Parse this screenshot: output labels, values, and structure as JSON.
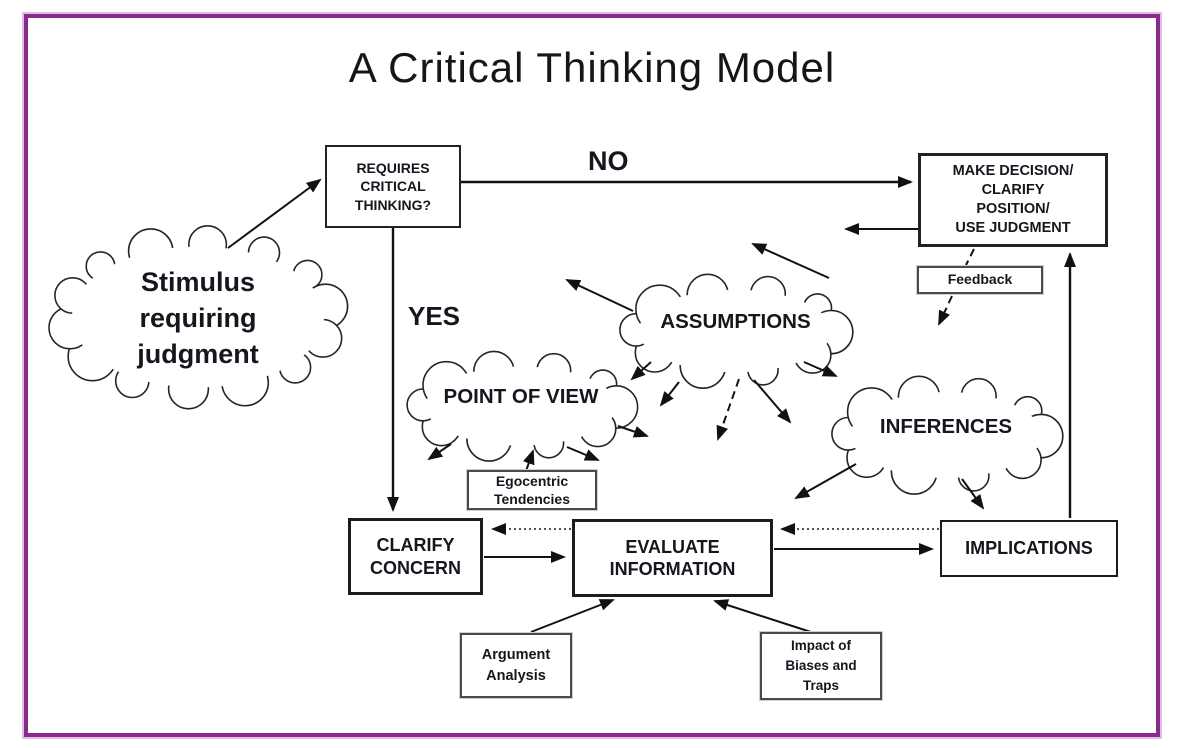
{
  "title": "A Critical Thinking Model",
  "branch_labels": {
    "no": "NO",
    "yes": "YES"
  },
  "clouds": {
    "stimulus": {
      "label": "Stimulus\nrequiring\njudgment"
    },
    "assumptions": {
      "label": "ASSUMPTIONS"
    },
    "point_of_view": {
      "label": "POINT OF VIEW"
    },
    "inferences": {
      "label": "INFERENCES"
    }
  },
  "boxes": {
    "requires_critical_thinking": {
      "label": "REQUIRES\nCRITICAL\nTHINKING?"
    },
    "make_decision": {
      "label": "MAKE DECISION/\nCLARIFY\nPOSITION/\nUSE JUDGMENT"
    },
    "feedback": {
      "label": "Feedback"
    },
    "egocentric_tendencies": {
      "label": "Egocentric\nTendencies"
    },
    "clarify_concern": {
      "label": "CLARIFY\nCONCERN"
    },
    "evaluate_information": {
      "label": "EVALUATE\nINFORMATION"
    },
    "implications": {
      "label": "IMPLICATIONS"
    },
    "argument_analysis": {
      "label": "Argument\nAnalysis"
    },
    "impact_biases": {
      "label": "Impact of\nBiases and\nTraps"
    }
  },
  "colors": {
    "frame": "#8b2a8b",
    "ink": "#16161f"
  },
  "diagram": {
    "cloud_shapes": {
      "stimulus": [
        198,
        317,
        140,
        82
      ],
      "assumptions": [
        735,
        331,
        107,
        48
      ],
      "point_of_view": [
        521,
        406,
        106,
        46
      ],
      "inferences": [
        946,
        435,
        106,
        50
      ]
    },
    "edges": [
      {
        "from": "stimulus",
        "to": "requires_critical_thinking",
        "style": "solid",
        "points": [
          228,
          248,
          320,
          180
        ]
      },
      {
        "from": "requires_critical_thinking",
        "to": "make_decision",
        "style": "solid",
        "w": 2.4,
        "points": [
          461,
          182,
          911,
          182
        ]
      },
      {
        "from": "requires_critical_thinking",
        "to": "clarify_concern",
        "style": "solid",
        "w": 2.4,
        "points": [
          393,
          228,
          393,
          510
        ]
      },
      {
        "from": "make_decision",
        "to": "",
        "style": "solid",
        "points": [
          918,
          229,
          846,
          229
        ]
      },
      {
        "from": "assumptions",
        "to": "",
        "style": "solid",
        "points": [
          633,
          311,
          567,
          280
        ]
      },
      {
        "from": "assumptions",
        "to": "",
        "style": "solid",
        "points": [
          829,
          278,
          753,
          244
        ]
      },
      {
        "from": "assumptions",
        "to": "",
        "style": "solid",
        "points": [
          651,
          362,
          632,
          379
        ]
      },
      {
        "from": "assumptions",
        "to": "",
        "style": "solid",
        "points": [
          679,
          382,
          661,
          405
        ]
      },
      {
        "from": "assumptions",
        "to": "",
        "style": "dashed",
        "points": [
          739,
          379,
          718,
          439
        ]
      },
      {
        "from": "assumptions",
        "to": "",
        "style": "solid",
        "points": [
          754,
          380,
          790,
          422
        ]
      },
      {
        "from": "assumptions",
        "to": "inferences",
        "style": "solid",
        "points": [
          804,
          362,
          836,
          376
        ]
      },
      {
        "from": "point_of_view",
        "to": "",
        "style": "solid",
        "points": [
          451,
          444,
          429,
          459
        ]
      },
      {
        "from": "egocentric_tendencies",
        "to": "point_of_view",
        "style": "solid",
        "points": [
          526,
          471,
          533,
          451
        ]
      },
      {
        "from": "point_of_view",
        "to": "",
        "style": "solid",
        "points": [
          567,
          447,
          598,
          460
        ]
      },
      {
        "from": "point_of_view",
        "to": "",
        "style": "solid",
        "points": [
          618,
          426,
          647,
          436
        ]
      },
      {
        "from": "inferences",
        "to": "",
        "style": "solid",
        "points": [
          856,
          464,
          796,
          498
        ]
      },
      {
        "from": "inferences",
        "to": "implications",
        "style": "solid",
        "points": [
          962,
          479,
          983,
          508
        ]
      },
      {
        "from": "implications",
        "to": "make_decision",
        "style": "solid",
        "w": 2.4,
        "points": [
          1070,
          518,
          1070,
          254
        ]
      },
      {
        "from": "make_decision",
        "to": "feedback",
        "style": "dashed",
        "head": "none",
        "points": [
          974,
          249,
          966,
          265
        ]
      },
      {
        "from": "feedback",
        "to": "",
        "style": "dashed",
        "points": [
          952,
          296,
          939,
          324
        ]
      },
      {
        "from": "clarify_concern",
        "to": "evaluate_information",
        "style": "solid",
        "points": [
          484,
          557,
          564,
          557
        ]
      },
      {
        "from": "evaluate_information",
        "to": "clarify_concern",
        "style": "dotted",
        "points": [
          571,
          529,
          493,
          529
        ]
      },
      {
        "from": "evaluate_information",
        "to": "implications",
        "style": "solid",
        "points": [
          774,
          549,
          932,
          549
        ]
      },
      {
        "from": "implications",
        "to": "evaluate_information",
        "style": "dotted",
        "points": [
          939,
          529,
          782,
          529
        ]
      },
      {
        "from": "argument_analysis",
        "to": "evaluate_information",
        "style": "solid",
        "points": [
          531,
          632,
          613,
          600
        ]
      },
      {
        "from": "impact_biases",
        "to": "evaluate_information",
        "style": "solid",
        "points": [
          814,
          633,
          715,
          601
        ]
      }
    ]
  }
}
